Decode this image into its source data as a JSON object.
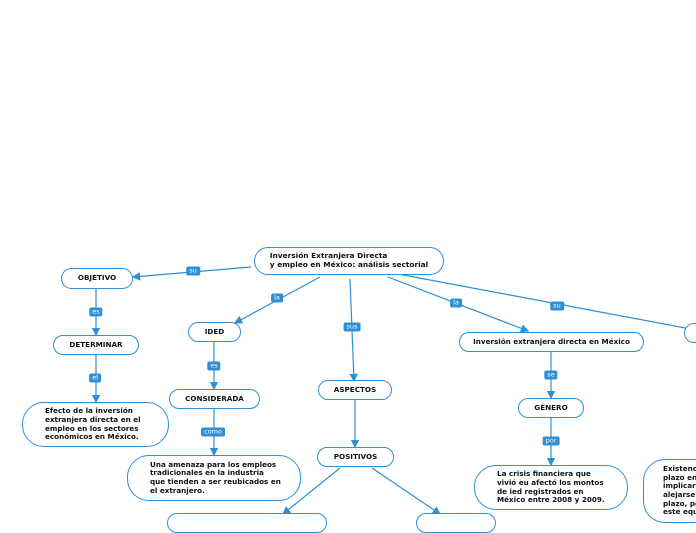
{
  "nodes": {
    "root": "Inversión Extranjera Directa\ny empleo en México: análisis sectorial",
    "objetivo": "OBJETIVO",
    "determinar": "DETERMINAR",
    "efecto": "Efecto de la inversión\nextranjera directa en el\n empleo en los sectores\neconómicos en México.",
    "ided": "IDED",
    "considerada": "CONSIDERADA",
    "amenaza": "Una amenaza para los empleos\ntradicionales en la industria\nque tienden a ser reubicados en\nel extranjero.",
    "aspectos": "ASPECTOS",
    "positivos": "POSITIVOS",
    "inversion": "Inversión extranjera directa en México",
    "genero": "GÉNERO",
    "crisis": "La crisis financiera que\nvivió eu afectó los montos\nde ied registrados en\nMéxico entre 2008 y 2009.",
    "existencia": "Existencia\nplazo en\nimplicar\nalejarse\nplazo, pe\neste equ"
  },
  "labels": {
    "su1": "su",
    "es1": "es",
    "el": "el",
    "la1": "la",
    "es2": "es",
    "como": "como",
    "sus": "sus",
    "la2": "la",
    "su2": "su",
    "se": "se",
    "por": "por"
  }
}
